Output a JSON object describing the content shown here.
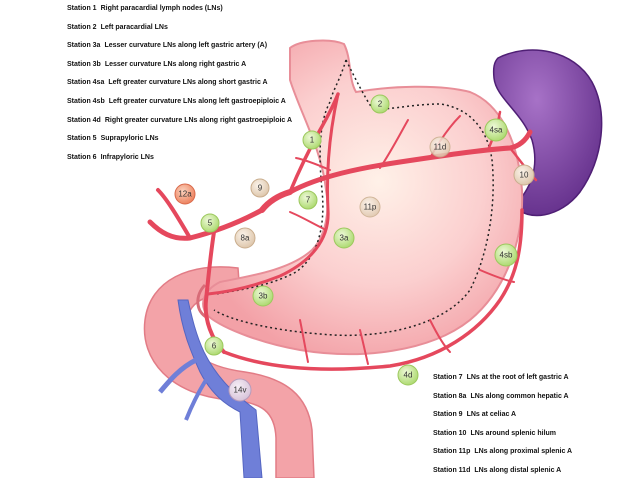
{
  "legend_top": [
    {
      "station": "Station 1",
      "desc": "Right paracardial lymph nodes (LNs)"
    },
    {
      "station": "Station 2",
      "desc": "Left paracardial LNs"
    },
    {
      "station": "Station 3a",
      "desc": "Lesser curvature LNs along left gastric artery (A)"
    },
    {
      "station": "Station 3b",
      "desc": "Lesser curvature LNs along right gastric A"
    },
    {
      "station": "Station 4sa",
      "desc": "Left greater curvature LNs along short gastric A"
    },
    {
      "station": "Station 4sb",
      "desc": "Left greater curvature LNs along left gastroepiploic A"
    },
    {
      "station": "Station 4d",
      "desc": "Right greater curvature LNs along right gastroepiploic A"
    },
    {
      "station": "Station 5",
      "desc": "Suprapyloric LNs"
    },
    {
      "station": "Station 6",
      "desc": "Infrapyloric LNs"
    }
  ],
  "legend_bottom": [
    {
      "station": "Station 7",
      "desc": "LNs at the root of left gastric A"
    },
    {
      "station": "Station 8a",
      "desc": "LNs along common hepatic A"
    },
    {
      "station": "Station 9",
      "desc": "LNs at celiac A"
    },
    {
      "station": "Station 10",
      "desc": "LNs around splenic hilum"
    },
    {
      "station": "Station 11p",
      "desc": "LNs along proximal splenic A"
    },
    {
      "station": "Station 11d",
      "desc": "LNs along distal splenic A"
    }
  ],
  "nodes": {
    "n1": "1",
    "n2": "2",
    "n3a": "3a",
    "n3b": "3b",
    "n4sa": "4sa",
    "n4sb": "4sb",
    "n4d": "4d",
    "n5": "5",
    "n6": "6",
    "n7": "7",
    "n8a": "8a",
    "n9": "9",
    "n10": "10",
    "n11p": "11p",
    "n11d": "11d",
    "n12a": "12a",
    "n14v": "14v"
  },
  "colors": {
    "stomach": "#f7b3b6",
    "stomach_light": "#fde6e4",
    "artery": "#e5485d",
    "vein": "#6f7fd8",
    "spleen": "#7b3fa2",
    "node_green": "#c6e88f",
    "node_beige": "#ead9c4",
    "node_orange": "#f1926d"
  }
}
